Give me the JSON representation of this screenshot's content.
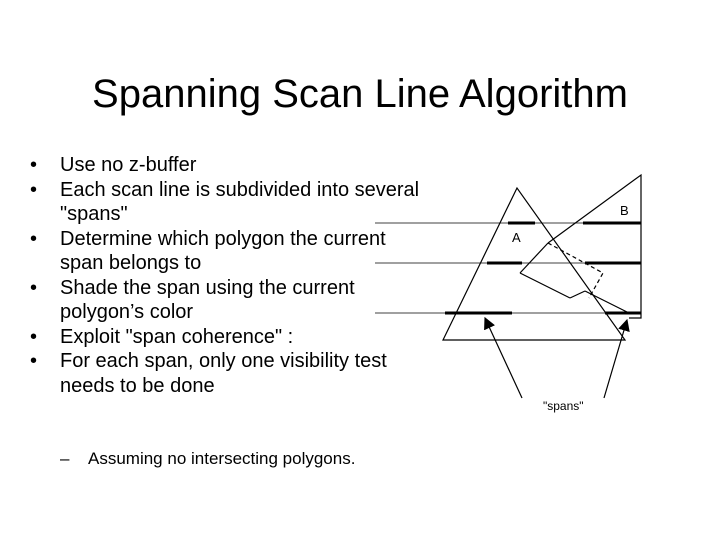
{
  "slide": {
    "title": "Spanning Scan Line Algorithm",
    "bullets": [
      "Use no z-buffer",
      "Each scan line is subdivided into several \"spans\"",
      "Determine which polygon the current span belongs to",
      "Shade the span using the current polygon’s color",
      "Exploit \"span coherence\" :",
      "For each span, only one visibility test needs to be done"
    ],
    "bullet_symbol": "•",
    "sub_bullet_symbol": "–",
    "sub_bullet": "Assuming no intersecting polygons."
  },
  "diagram": {
    "polygon_a_label": "A",
    "polygon_b_label": "B",
    "spans_label": "\"spans\""
  }
}
